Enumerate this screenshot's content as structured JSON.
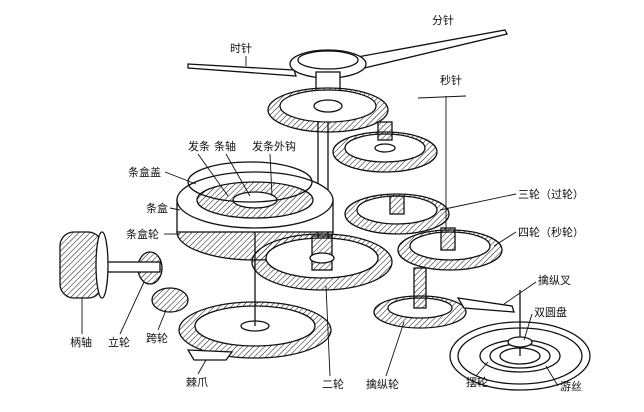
{
  "labels": {
    "minute_hand": "分针",
    "hour_hand": "时针",
    "second_hand": "秒针",
    "mainspring": "发条",
    "arbor": "条轴",
    "outer_hook": "发条外钩",
    "barrel_cover": "条盒盖",
    "barrel": "条盒",
    "barrel_wheel": "条盒轮",
    "third_wheel": "三轮（过轮）",
    "fourth_wheel": "四轮（秒轮）",
    "pallet_fork": "擒纵叉",
    "roller": "双圆盘",
    "hairspring": "游丝",
    "balance_wheel": "摆轮",
    "escape_wheel": "擒纵轮",
    "center_wheel": "二轮",
    "click": "棘爪",
    "crown_wheel": "跨轮",
    "winding_pinion": "立轮",
    "winding_stem": "柄轴"
  }
}
